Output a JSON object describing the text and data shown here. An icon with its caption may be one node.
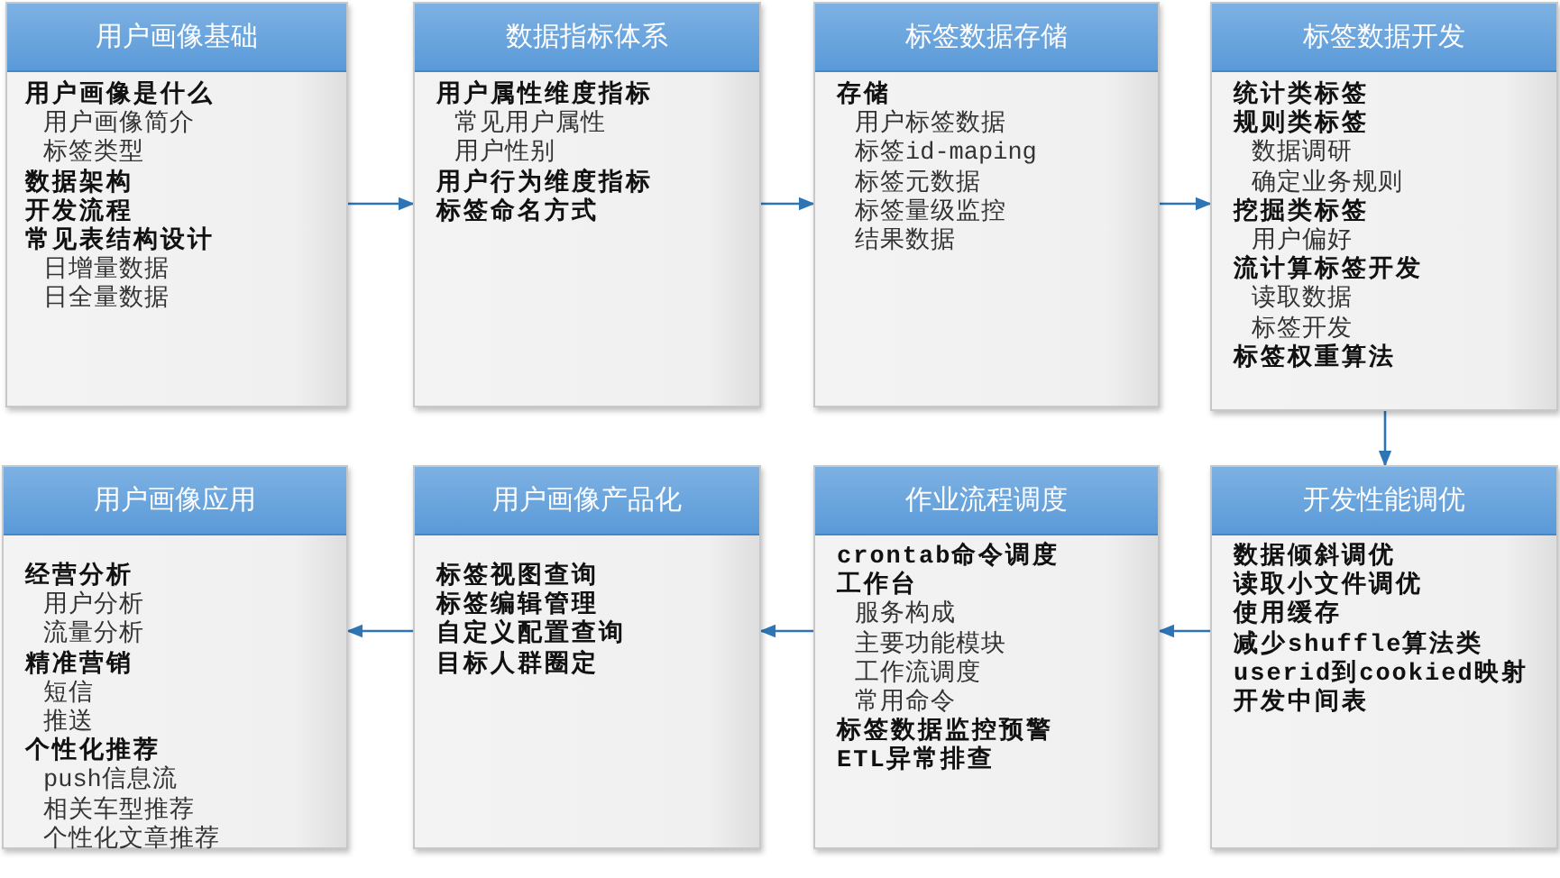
{
  "diagram": {
    "nodes": [
      {
        "text": [
          "用户画像基础",
          "用户画像是什么",
          "用户画像简介",
          "标签类型",
          "数据架构",
          "开发流程",
          "常见表结构设计",
          "日增量数据",
          "日全量数据"
        ]
      },
      {
        "text": [
          "数据指标体系",
          "用户属性维度指标",
          "常见用户属性",
          "用户性别",
          "用户行为维度指标",
          "标签命名方式"
        ]
      },
      {
        "text": [
          "标签数据存储",
          "存储",
          "用户标签数据",
          "标签id-maping",
          "标签元数据",
          "标签量级监控",
          "结果数据"
        ]
      },
      {
        "text": [
          "标签数据开发",
          "统计类标签",
          "规则类标签",
          "数据调研",
          "确定业务规则",
          "挖掘类标签",
          "用户偏好",
          "流计算标签开发",
          "读取数据",
          "标签开发",
          "标签权重算法"
        ]
      },
      {
        "text": [
          "开发性能调优",
          "数据倾斜调优",
          "读取小文件调优",
          "使用缓存",
          "减少shuffle算法类",
          "userid到cookied映射",
          "开发中间表"
        ]
      },
      {
        "text": [
          "作业流程调度",
          "crontab命令调度",
          "工作台",
          "服务构成",
          "主要功能模块",
          "工作流调度",
          "常用命令",
          "标签数据监控预警",
          "ETL异常排查"
        ]
      },
      {
        "text": [
          "用户画像产品化",
          "标签视图查询",
          "标签编辑管理",
          "自定义配置查询",
          "目标人群圈定"
        ]
      },
      {
        "text": [
          "用户画像应用",
          "经营分析",
          "用户分析",
          "流量分析",
          "精准营销",
          "短信",
          "推送",
          "个性化推荐",
          "push信息流",
          "相关车型推荐",
          "个性化文章推荐"
        ]
      }
    ],
    "edges": [
      {
        "from": 0,
        "to": 1,
        "arrow": "to"
      },
      {
        "from": 1,
        "to": 2,
        "arrow": "to"
      },
      {
        "from": 2,
        "to": 3,
        "arrow": "to"
      },
      {
        "from": 3,
        "to": 4,
        "arrow": "to"
      },
      {
        "from": 4,
        "to": 5,
        "arrow": "to"
      },
      {
        "from": 5,
        "to": 6,
        "arrow": "to"
      },
      {
        "from": 6,
        "to": 7,
        "arrow": "to"
      }
    ]
  }
}
